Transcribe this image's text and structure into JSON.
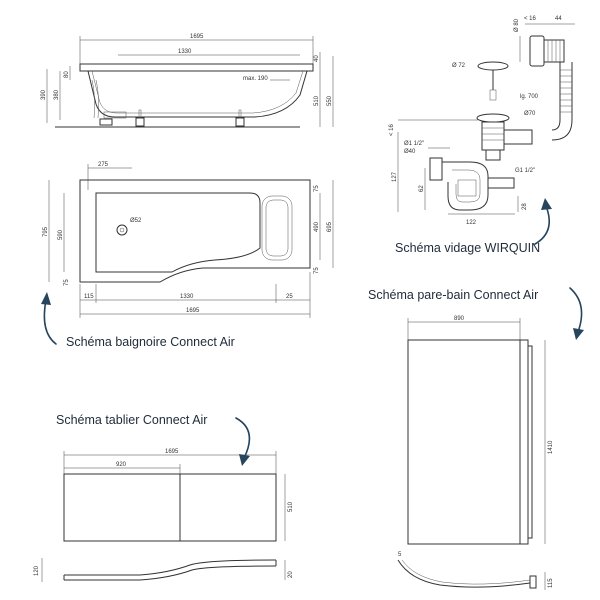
{
  "captions": {
    "bath": "Schéma baignoire Connect Air",
    "waste": "Schéma vidage WIRQUIN",
    "screen": "Schéma pare-bain Connect Air",
    "panel": "Schéma tablier Connect Air"
  },
  "bath_side": {
    "length": "1695",
    "inner": "1330",
    "depth_top": "40",
    "max": "max. 190",
    "h_390": "390",
    "h_380": "380",
    "h_80": "80",
    "h_510": "510",
    "h_550": "550"
  },
  "bath_top": {
    "w_275": "275",
    "drain": "Ø52",
    "h_795": "795",
    "h_590": "590",
    "h_75a": "75",
    "h_75b": "75",
    "h_75c": "75",
    "h_490": "490",
    "h_695": "695",
    "w_115": "115",
    "w_1330": "1330",
    "w_25": "25",
    "w_1695": "1695"
  },
  "waste": {
    "d80": "Ø 80",
    "w16": "< 16",
    "w44": "44",
    "d72": "Ø 72",
    "lg": "lg. 700",
    "d70": "Ø70",
    "h16": "< 16",
    "d112": "Ø1 1/2\"",
    "d40": "Ø40",
    "h127": "127",
    "h62": "62",
    "g112": "G1 1/2\"",
    "w122": "122",
    "h28": "28"
  },
  "screen": {
    "w890": "890",
    "h1410": "1410",
    "d5": "5",
    "h115": "115"
  },
  "panel": {
    "w1695": "1695",
    "w920": "920",
    "h510": "510",
    "h120": "120",
    "h20": "20"
  }
}
